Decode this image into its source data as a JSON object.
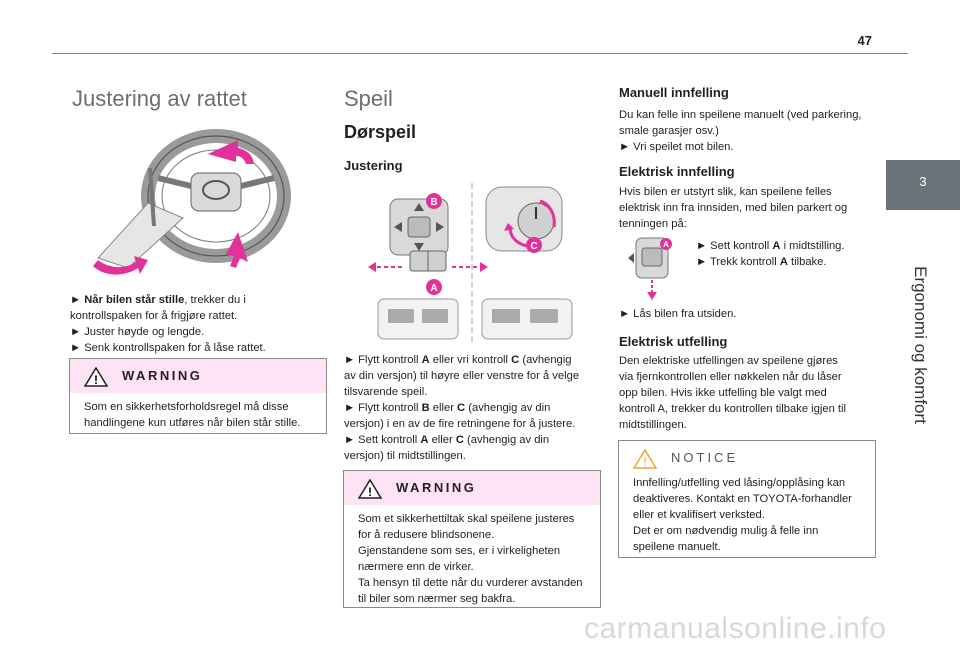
{
  "page": {
    "number": "47"
  },
  "side_tab": {
    "number": "3",
    "label": "Ergonomi og komfort"
  },
  "col1": {
    "title": "Justering av rattet",
    "bullet1_bold": "Når bilen står stille",
    "bullet1_rest": ", trekker du i",
    "bullet1_line2": "kontrollspaken for å frigjøre rattet.",
    "bullet2": "Juster høyde og lengde.",
    "bullet3": "Senk kontrollspaken for å låse rattet.",
    "warning": {
      "title": "WARNING",
      "line1": "Som en sikkerhetsforholdsregel må disse",
      "line2": "handlingene kun utføres når bilen står stille."
    }
  },
  "col2": {
    "title": "Speil",
    "subtitle": "Dørspeil",
    "section": "Justering",
    "labels": {
      "a": "A",
      "b": "B",
      "c": "C"
    },
    "lines": [
      [
        "► Flytt kontroll ",
        "A",
        " eller vri kontroll ",
        "C",
        " (avhengig"
      ],
      [
        "av din versjon) til høyre eller venstre for å velge"
      ],
      [
        "tilsvarende speil."
      ],
      [
        "► Flytt kontroll ",
        "B",
        " eller ",
        "C",
        " (avhengig av din"
      ],
      [
        "versjon) i en av de fire retningene for å justere."
      ],
      [
        "► Sett kontroll ",
        "A",
        " eller ",
        "C",
        " (avhengig av din"
      ],
      [
        "versjon) til midtstillingen."
      ]
    ],
    "warning": {
      "title": "WARNING",
      "lines": [
        "Som et sikkerhettiltak skal speilene justeres",
        "for å redusere blindsonene.",
        "Gjenstandene som ses, er i virkeligheten",
        "nærmere enn de virker.",
        "Ta hensyn til dette når du vurderer avstanden",
        "til biler som nærmer seg bakfra."
      ]
    }
  },
  "col3": {
    "manual_title": "Manuell innfelling",
    "manual_lines": [
      "Du kan felle inn speilene manuelt (ved parkering,",
      "smale garasjer osv.)",
      "► Vri speilet mot bilen."
    ],
    "electric_title": "Elektrisk innfelling",
    "electric_lines": [
      "Hvis bilen er utstyrt slik, kan speilene felles",
      "elektrisk inn fra innsiden, med bilen parkert og",
      "tenningen på:"
    ],
    "step1_pre": "► Sett kontroll ",
    "step1_bold": "A",
    "step1_post": " i midtstilling.",
    "step2_pre": "► Trekk kontroll ",
    "step2_bold": "A",
    "step2_post": " tilbake.",
    "lock_step": "► Lås bilen fra utsiden.",
    "unfold_title": "Elektrisk utfelling",
    "unfold_lines": [
      "Den elektriske utfellingen av speilene gjøres",
      "via fjernkontrollen eller nøkkelen når du låser",
      "opp bilen. Hvis ikke utfelling ble valgt med",
      "kontroll A, trekker du kontrollen tilbake igjen til",
      "midtstillingen."
    ],
    "notice": {
      "title": "NOTICE",
      "lines": [
        "Innfelling/utfelling ved låsing/opplåsing kan",
        "deaktiveres. Kontakt en TOYOTA-forhandler",
        "eller et kvalifisert verksted.",
        "Det er om nødvendig mulig å felle inn",
        "speilene manuelt."
      ]
    }
  },
  "watermark": "carmanualsonline.info",
  "colors": {
    "accent_pink": "#e0329a",
    "warning_bg": "#fde3f3",
    "tab_gray": "#6a7377"
  }
}
